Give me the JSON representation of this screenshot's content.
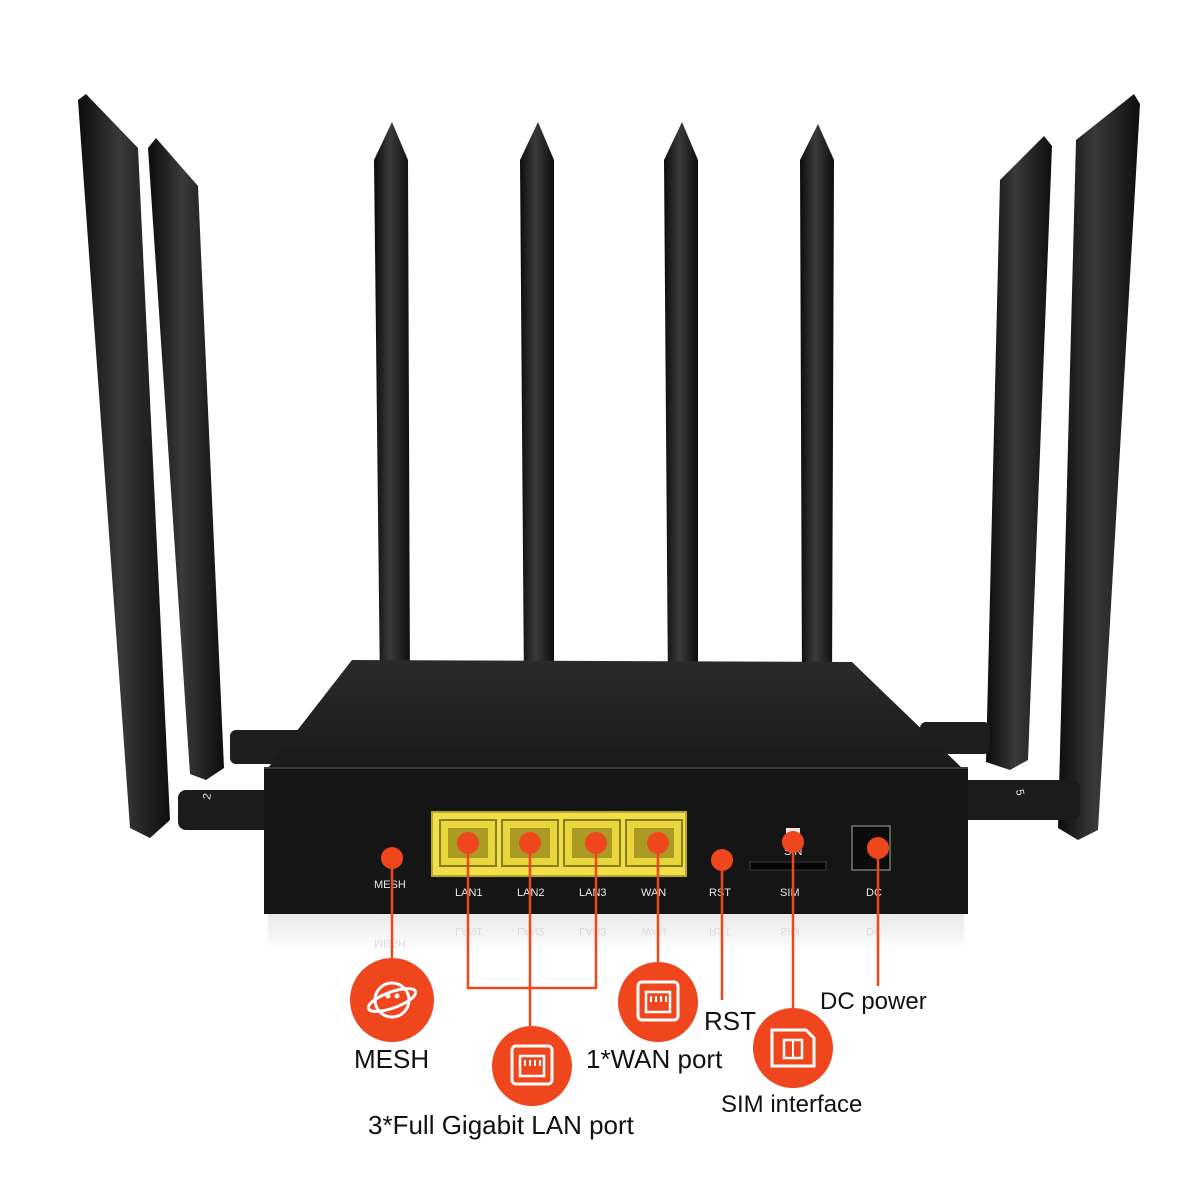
{
  "router": {
    "ports": {
      "mesh": "MESH",
      "lan1": "LAN1",
      "lan2": "LAN2",
      "lan3": "LAN3",
      "wan": "WAN",
      "rst": "RST",
      "sim": "SIM",
      "dc": "DC",
      "sim_card_marks": "S N"
    },
    "antenna_numbers": {
      "left": "2",
      "right": "5"
    }
  },
  "callouts": {
    "mesh": "MESH",
    "lan": "3*Full Gigabit LAN port",
    "wan": "1*WAN port",
    "rst": "RST",
    "sim": "SIM interface",
    "dc": "DC power"
  },
  "icons": [
    "mesh-icon",
    "lan-port-icon",
    "wan-port-icon",
    "sim-card-icon"
  ],
  "colors": {
    "accent": "#f0461e",
    "router_body": "#151515",
    "antenna": "#1a1a1a",
    "port_yellow": "#efe04a"
  }
}
